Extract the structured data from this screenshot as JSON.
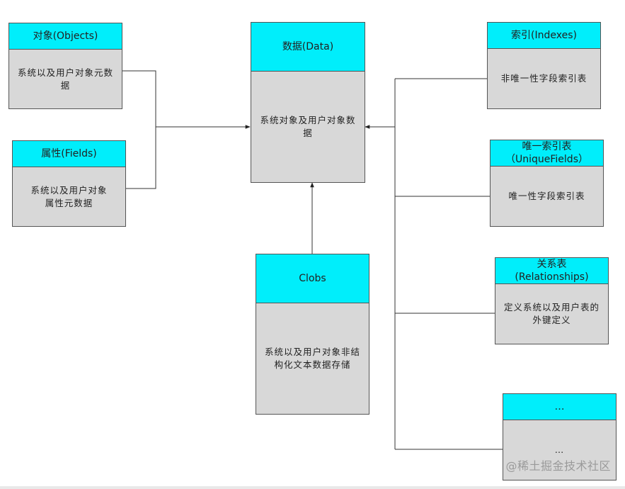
{
  "boxes": {
    "objects": {
      "title": "对象(Objects)",
      "body": "系统以及用户对象元数\n据"
    },
    "fields": {
      "title": "属性(Fields)",
      "body": "系统以及用户对象\n属性元数据"
    },
    "data": {
      "title": "数据(Data)",
      "body": "系统对象及用户对象数\n据"
    },
    "clobs": {
      "title": "Clobs",
      "body": "系统以及用户对象非结\n构化文本数据存储"
    },
    "indexes": {
      "title": "索引(Indexes)",
      "body": "非唯一性字段索引表"
    },
    "unique_fields": {
      "title": "唯一索引表\n（UniqueFields）",
      "body": "唯一性字段索引表"
    },
    "relationships": {
      "title": "关系表\n(Relationships)",
      "body": "定义系统以及用户表的\n外键定义"
    },
    "more": {
      "title": "…",
      "body": "…"
    }
  },
  "watermark": "@稀土掘金技术社区",
  "colors": {
    "header": "#00eefb",
    "body": "#d8d8d8",
    "line": "#555555"
  }
}
